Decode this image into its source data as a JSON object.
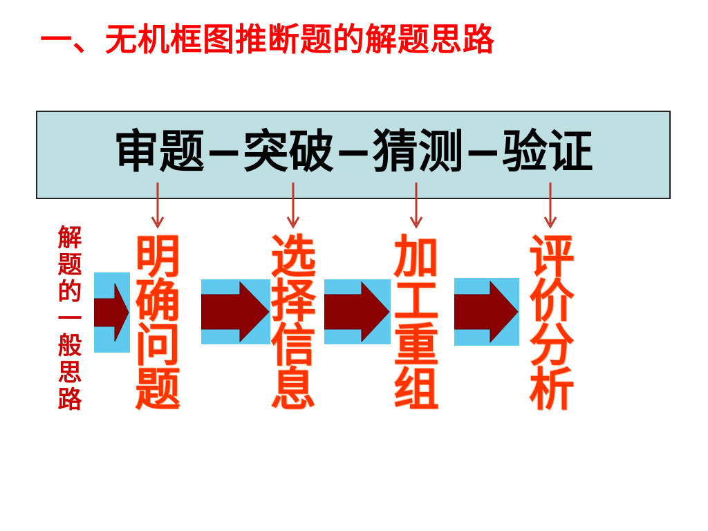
{
  "slide": {
    "title": "一、无机框图推断题的解题思路",
    "banner": {
      "text": "审题−突破−猜测−验证",
      "background_color": "#bfe0e3"
    },
    "side_label": [
      "解",
      "题",
      "的",
      "一",
      "般",
      "思",
      "路"
    ],
    "steps": [
      {
        "chars": [
          "明",
          "确",
          "问",
          "题"
        ]
      },
      {
        "chars": [
          "选",
          "择",
          "信",
          "息"
        ]
      },
      {
        "chars": [
          "加",
          "工",
          "重",
          "组"
        ]
      },
      {
        "chars": [
          "评",
          "价",
          "分",
          "析"
        ]
      }
    ],
    "colors": {
      "title": "#ff0000",
      "step_text": "#ff3300",
      "side_label": "#cc0000",
      "arrow_fill": "#8b0000",
      "arrow_box": "#5fc9ee",
      "down_arrow": "#c0392b"
    }
  }
}
